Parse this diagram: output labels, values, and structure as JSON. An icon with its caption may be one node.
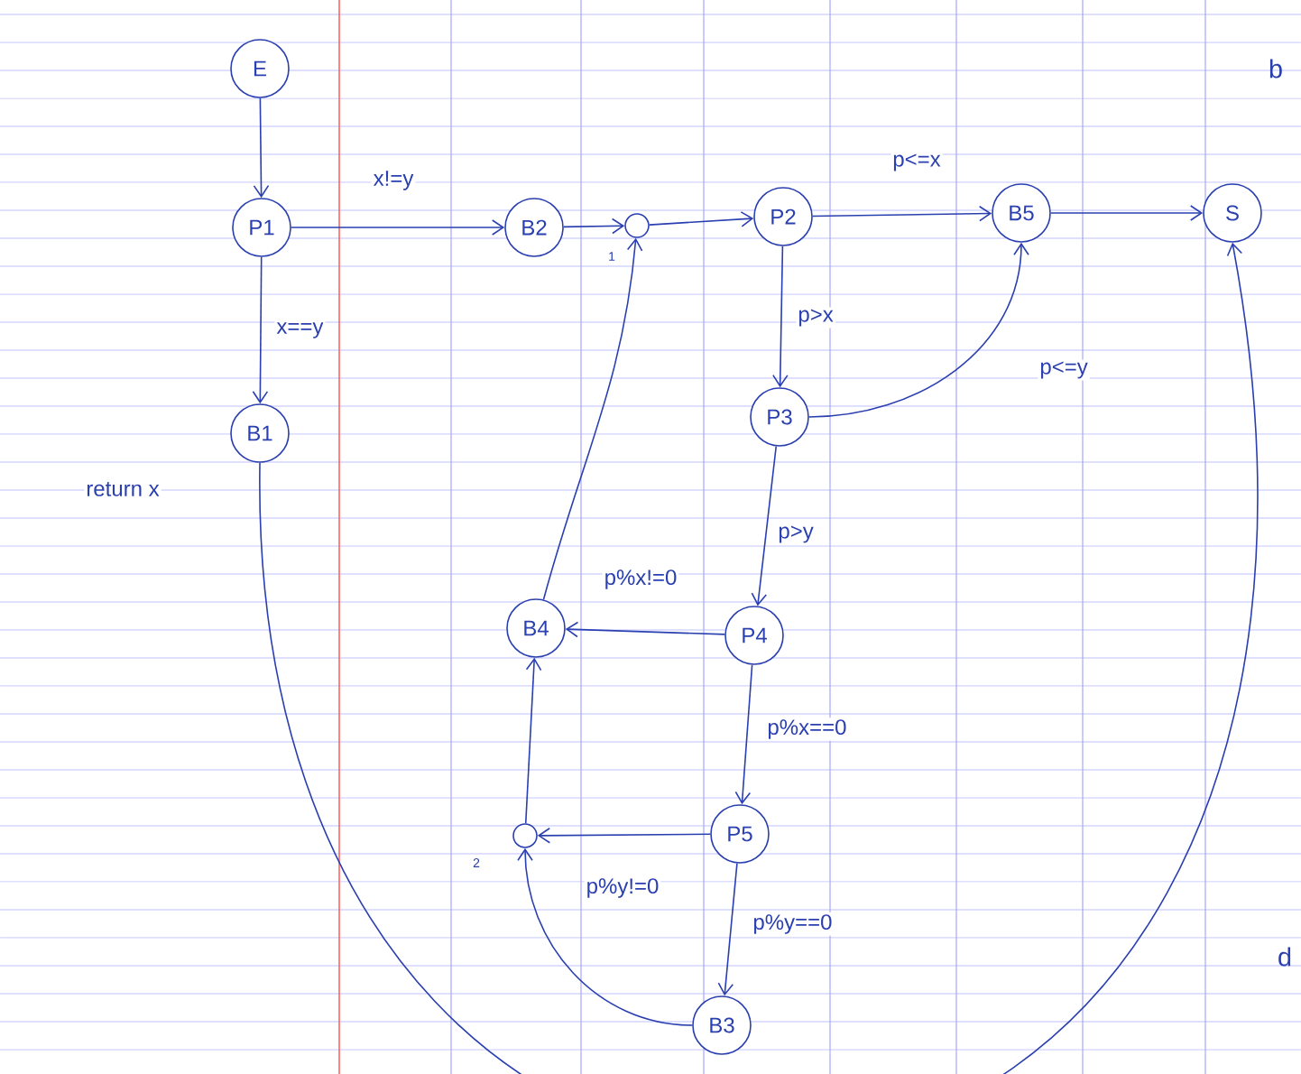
{
  "diagram": {
    "nodes": [
      {
        "text": [
          "E"
        ]
      },
      {
        "text": [
          "P1"
        ]
      },
      {
        "text": [
          "B2"
        ]
      },
      {
        "text": [],
        "shape": "circle",
        "beside": [
          "1"
        ]
      },
      {
        "text": [
          "P2"
        ]
      },
      {
        "text": [
          "B5"
        ]
      },
      {
        "text": [
          "S"
        ]
      },
      {
        "text": [
          "B1"
        ]
      },
      {
        "text": [
          "P3"
        ]
      },
      {
        "text": [
          "B4"
        ]
      },
      {
        "text": [
          "P4"
        ]
      },
      {
        "text": [],
        "shape": "circle",
        "beside": [
          "2"
        ]
      },
      {
        "text": [
          "P5"
        ]
      },
      {
        "text": [
          "B3"
        ]
      }
    ],
    "edges": [
      {
        "from": 0,
        "to": 1,
        "arrow": "to"
      },
      {
        "from": 1,
        "to": 2,
        "arrow": "to",
        "label": "x!=y"
      },
      {
        "from": 1,
        "to": 7,
        "arrow": "to",
        "label": "x==y"
      },
      {
        "from": 2,
        "to": 3,
        "arrow": "to"
      },
      {
        "from": 3,
        "to": 4,
        "arrow": "to"
      },
      {
        "from": 4,
        "to": 5,
        "arrow": "to",
        "label": "p<=x"
      },
      {
        "from": 5,
        "to": 6,
        "arrow": "to"
      },
      {
        "from": 4,
        "to": 8,
        "arrow": "to",
        "label": "p>x"
      },
      {
        "from": 8,
        "to": 5,
        "arrow": "to",
        "label": "p<=y"
      },
      {
        "from": 8,
        "to": 10,
        "arrow": "to",
        "label": "p>y"
      },
      {
        "from": 10,
        "to": 9,
        "arrow": "to",
        "label": "p%x!=0"
      },
      {
        "from": 9,
        "to": 3,
        "arrow": "to"
      },
      {
        "from": 10,
        "to": 12,
        "arrow": "to",
        "label": "p%x==0"
      },
      {
        "from": 12,
        "to": 11,
        "arrow": "to",
        "label": "p%y!=0"
      },
      {
        "from": 11,
        "to": 9,
        "arrow": "to"
      },
      {
        "from": 12,
        "to": 13,
        "arrow": "to",
        "label": "p%y==0"
      },
      {
        "from": 13,
        "to": 11,
        "arrow": "to"
      },
      {
        "from": 7,
        "to": 6,
        "arrow": "to",
        "label": "return x"
      }
    ],
    "labels": [
      "b",
      "d"
    ]
  }
}
